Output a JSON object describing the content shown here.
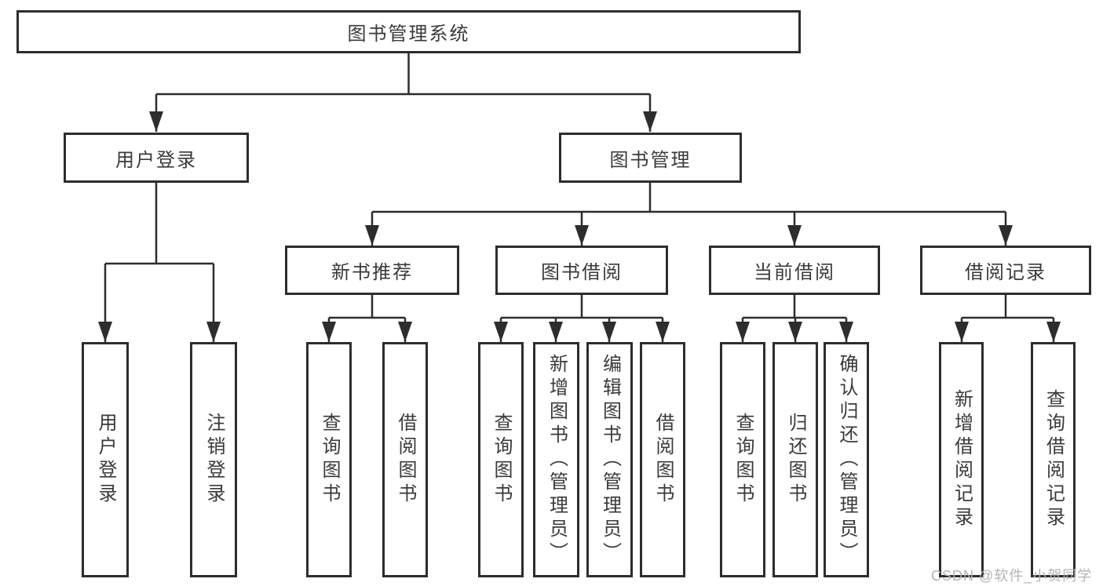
{
  "diagram": {
    "type": "hierarchy-tree",
    "colors": {
      "line": "#2d2d2d",
      "box_border": "#2d2d2d",
      "box_fill": "#ffffff",
      "text": "#3a3a3a",
      "watermark": "#b3b3b3",
      "background": "#ffffff"
    }
  },
  "tree": {
    "label": "图书管理系统",
    "children": [
      {
        "label": "用户登录",
        "children": [
          {
            "label": "用户登录"
          },
          {
            "label": "注销登录"
          }
        ]
      },
      {
        "label": "图书管理",
        "children": [
          {
            "label": "新书推荐",
            "children": [
              {
                "label": "查询图书"
              },
              {
                "label": "借阅图书"
              }
            ]
          },
          {
            "label": "图书借阅",
            "children": [
              {
                "label": "查询图书"
              },
              {
                "label": "新增图书（管理员）"
              },
              {
                "label": "编辑图书（管理员）"
              },
              {
                "label": "借阅图书"
              }
            ]
          },
          {
            "label": "当前借阅",
            "children": [
              {
                "label": "查询图书"
              },
              {
                "label": "归还图书"
              },
              {
                "label": "确认归还（管理员）"
              }
            ]
          },
          {
            "label": "借阅记录",
            "children": [
              {
                "label": "新增借阅记录"
              },
              {
                "label": "查询借阅记录"
              }
            ]
          }
        ]
      }
    ]
  },
  "watermark": {
    "text": "CSDN @软件_小贺同学"
  }
}
